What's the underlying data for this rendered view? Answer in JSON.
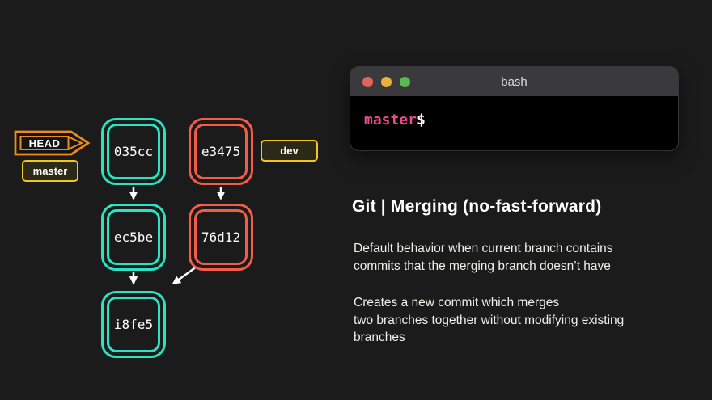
{
  "slide": {
    "background": "#1b1b1b"
  },
  "graph": {
    "head": {
      "label": "HEAD",
      "border_color": "#ec8c1f"
    },
    "branches": [
      {
        "label": "master",
        "border_color": "#f2c71b"
      },
      {
        "label": "dev",
        "border_color": "#f2c71b"
      }
    ],
    "nodes": [
      {
        "id": "035cc",
        "branch": "master",
        "color": "#2ae3c3"
      },
      {
        "id": "e3475",
        "branch": "dev",
        "color": "#f25c49"
      },
      {
        "id": "ec5be",
        "branch": "master",
        "color": "#2ae3c3"
      },
      {
        "id": "76d12",
        "branch": "dev",
        "color": "#f25c49"
      },
      {
        "id": "i8fe5",
        "branch": "master",
        "color": "#2ae3c3"
      }
    ],
    "edges": [
      {
        "from": "035cc",
        "to": "ec5be"
      },
      {
        "from": "e3475",
        "to": "76d12"
      },
      {
        "from": "ec5be",
        "to": "i8fe5"
      },
      {
        "from": "76d12",
        "to": "i8fe5"
      }
    ],
    "arrow_color": "#ffffff"
  },
  "terminal": {
    "title": "bash",
    "prompt": {
      "branch": "master",
      "symbol": "$",
      "branch_color": "#ea4a8a",
      "symbol_color": "#f5f5f5"
    },
    "traffic_lights": [
      {
        "name": "close",
        "color": "#e2635a"
      },
      {
        "name": "minimize",
        "color": "#ecb03f"
      },
      {
        "name": "zoom",
        "color": "#58ba51"
      }
    ]
  },
  "content": {
    "heading": "Git | Merging (no-fast-forward)",
    "paragraphs": [
      "Default behavior when current branch contains\ncommits that the merging branch doesn’t have",
      "Creates a new commit which merges\ntwo branches together without modifying existing\nbranches"
    ]
  }
}
